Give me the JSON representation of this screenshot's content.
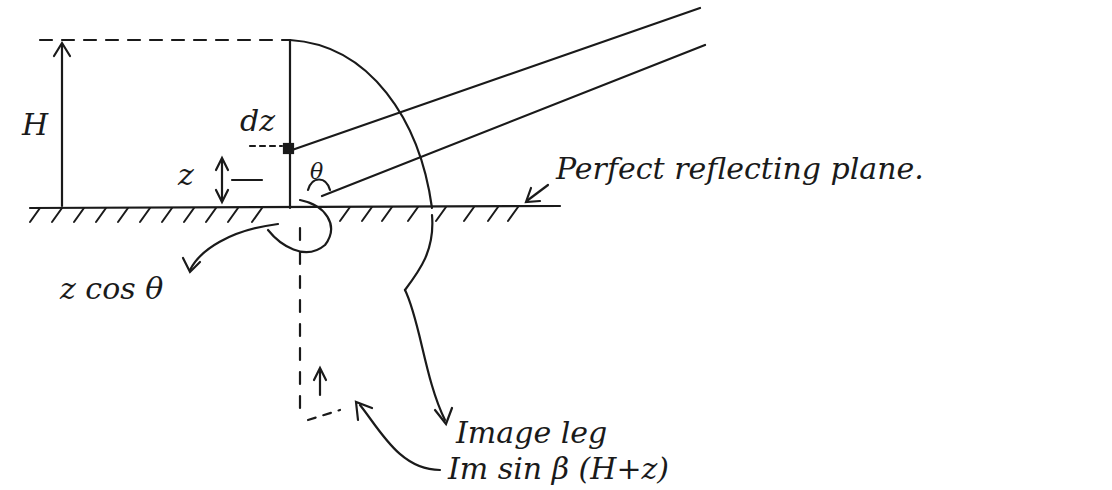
{
  "diagram": {
    "labels": [
      "H",
      "dz",
      "z",
      "θ",
      "z cos θ",
      "Perfect reflecting plane.",
      "Image leg",
      "Im sin β (H+z)"
    ]
  }
}
